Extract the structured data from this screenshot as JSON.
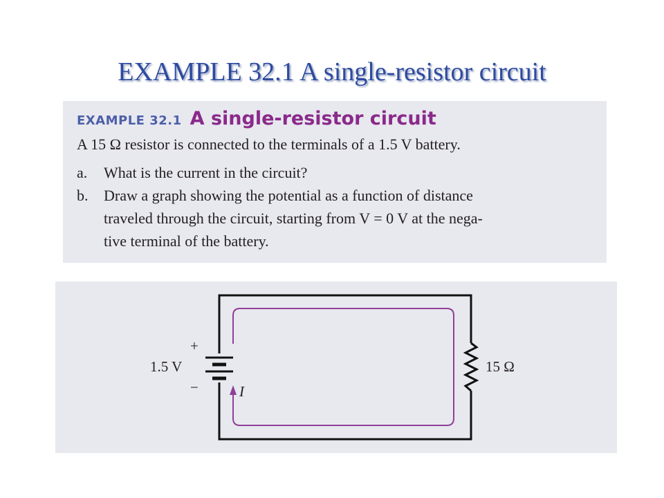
{
  "slide": {
    "title": "EXAMPLE 32.1 A single-resistor circuit"
  },
  "example": {
    "label": "EXAMPLE 32.1",
    "name": "A single-resistor circuit",
    "intro": "A 15 Ω resistor is connected to the terminals of a 1.5 V battery.",
    "questions": [
      {
        "marker": "a.",
        "text": "What is the current in the circuit?"
      },
      {
        "marker": "b.",
        "lines": [
          "Draw a graph showing the potential as a function of distance",
          "traveled through the circuit, starting from V = 0 V at the nega-",
          "tive terminal of the battery."
        ]
      }
    ]
  },
  "diagram": {
    "battery_label": "1.5 V",
    "plus_sign": "+",
    "minus_sign": "−",
    "resistor_label": "15 Ω",
    "current_label": "I",
    "colors": {
      "wire": "#111111",
      "current_loop": "#8e3f96",
      "background": "#e8e8ef"
    }
  }
}
